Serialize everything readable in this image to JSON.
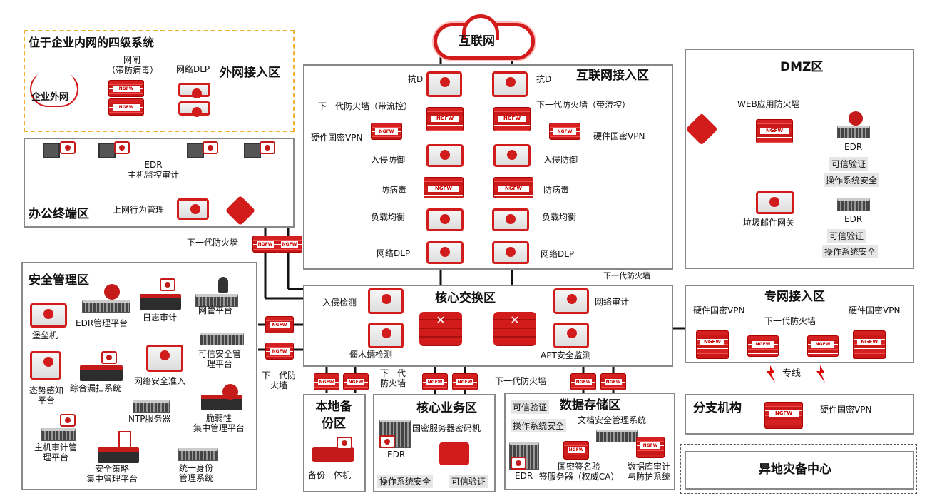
{
  "external": {
    "title": "位于企业内网的四级系统",
    "cloud": "企业外网",
    "gateway": "网闸\n（带防病毒）",
    "gateway1": "网闸",
    "gateway2": "（带防病毒）",
    "dlp": "网络DLP",
    "access": "外网接入区"
  },
  "office": {
    "title": "办公终端区",
    "edr1": "EDR",
    "edr2": "主机监控审计",
    "behavior": "上网行为管理"
  },
  "fw_labels": {
    "office_fw": "下一代防火墙",
    "mgmt_fw1": "下一代防",
    "mgmt_fw2": "火墙",
    "backup_fw1": "下一代",
    "backup_fw2": "防火墙",
    "biz_fw": "下一代防火墙",
    "core_fw": "下一代防火墙"
  },
  "internet": {
    "cloud": "互联网",
    "title": "互联网接入区",
    "antid_l": "抗D",
    "antid_r": "抗D",
    "ngfw_l": "下一代防火墙（带流控）",
    "ngfw_r": "下一代防火墙（带流控）",
    "vpn_l": "硬件国密VPN",
    "vpn_r": "硬件国密VPN",
    "ips_l": "入侵防御",
    "ips_r": "入侵防御",
    "av_l": "防病毒",
    "av_r": "防病毒",
    "lb_l": "负载均衡",
    "lb_r": "负载均衡",
    "dlp_l": "网络DLP",
    "dlp_r": "网络DLP"
  },
  "dmz": {
    "title": "DMZ区",
    "waf": "WEB应用防火墙",
    "mailgw": "垃圾邮件网关",
    "edr1": "EDR",
    "trust1": "可信验证",
    "os1": "操作系统安全",
    "edr2": "EDR",
    "trust2": "可信验证",
    "os2": "操作系统安全"
  },
  "core": {
    "title": "核心交换区",
    "ids": "入侵检测",
    "trojan": "僵木蠕检测",
    "audit": "网络审计",
    "apt": "APT安全监测"
  },
  "private": {
    "title": "专网接入区",
    "vpn_l": "硬件国密VPN",
    "vpn_r": "硬件国密VPN",
    "fw": "下一代防火墙",
    "line": "专线"
  },
  "branch": {
    "title": "分支机构",
    "vpn": "硬件国密VPN"
  },
  "dr": {
    "title": "异地灾备中心"
  },
  "mgmt": {
    "title": "安全管理区",
    "items": [
      "堡垒机",
      "EDR管理平台",
      "日志审计",
      "网管平台",
      "态势感知\n平台",
      "综合漏扫系统",
      "网络安全准入",
      "可信安全管\n理平台",
      "NTP服务器",
      "脆弱性\n集中管理平台",
      "主机审计管\n理平台",
      "安全策略\n集中管理平台",
      "统一身份\n管理系统"
    ]
  },
  "backup": {
    "title1": "本地备",
    "title2": "份区",
    "device": "备份一体机"
  },
  "biz": {
    "title": "核心业务区",
    "hsm": "国密服务器密码机",
    "edr": "EDR",
    "os": "操作系统安全",
    "trust": "可信验证"
  },
  "storage": {
    "title": "数据存储区",
    "trust": "可信验证",
    "os": "操作系统安全",
    "doc": "文档安全管理系统",
    "edr": "EDR",
    "ca1": "国密签名验",
    "ca2": "签服务器（权威CA）",
    "db1": "数据库审计",
    "db2": "与防护系统"
  }
}
